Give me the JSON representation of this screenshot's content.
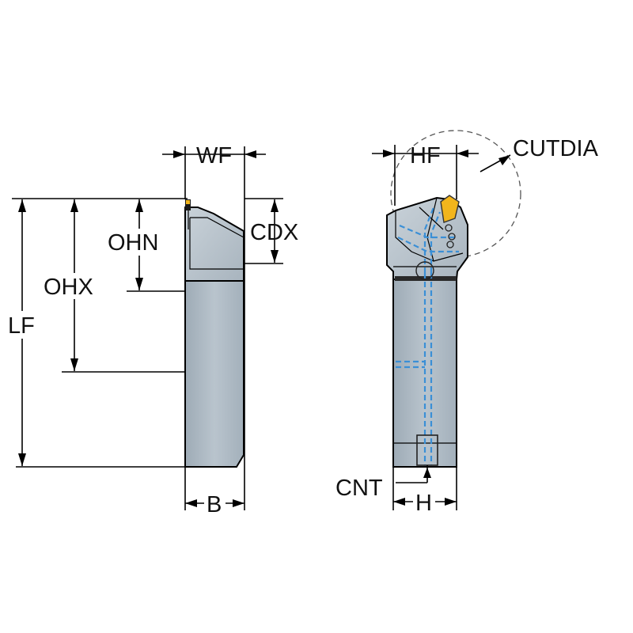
{
  "labels": {
    "wf": "WF",
    "cdx": "CDX",
    "ohn": "OHN",
    "ohx": "OHX",
    "lf": "LF",
    "b": "B",
    "hf": "HF",
    "cutdia": "CUTDIA",
    "cnt": "CNT",
    "h": "H"
  },
  "colors": {
    "body": "#b8c3cc",
    "body_dark": "#9eabb6",
    "body_light": "#ccd5dc",
    "insert": "#f2b51c",
    "coolant": "#3a8fd6"
  }
}
